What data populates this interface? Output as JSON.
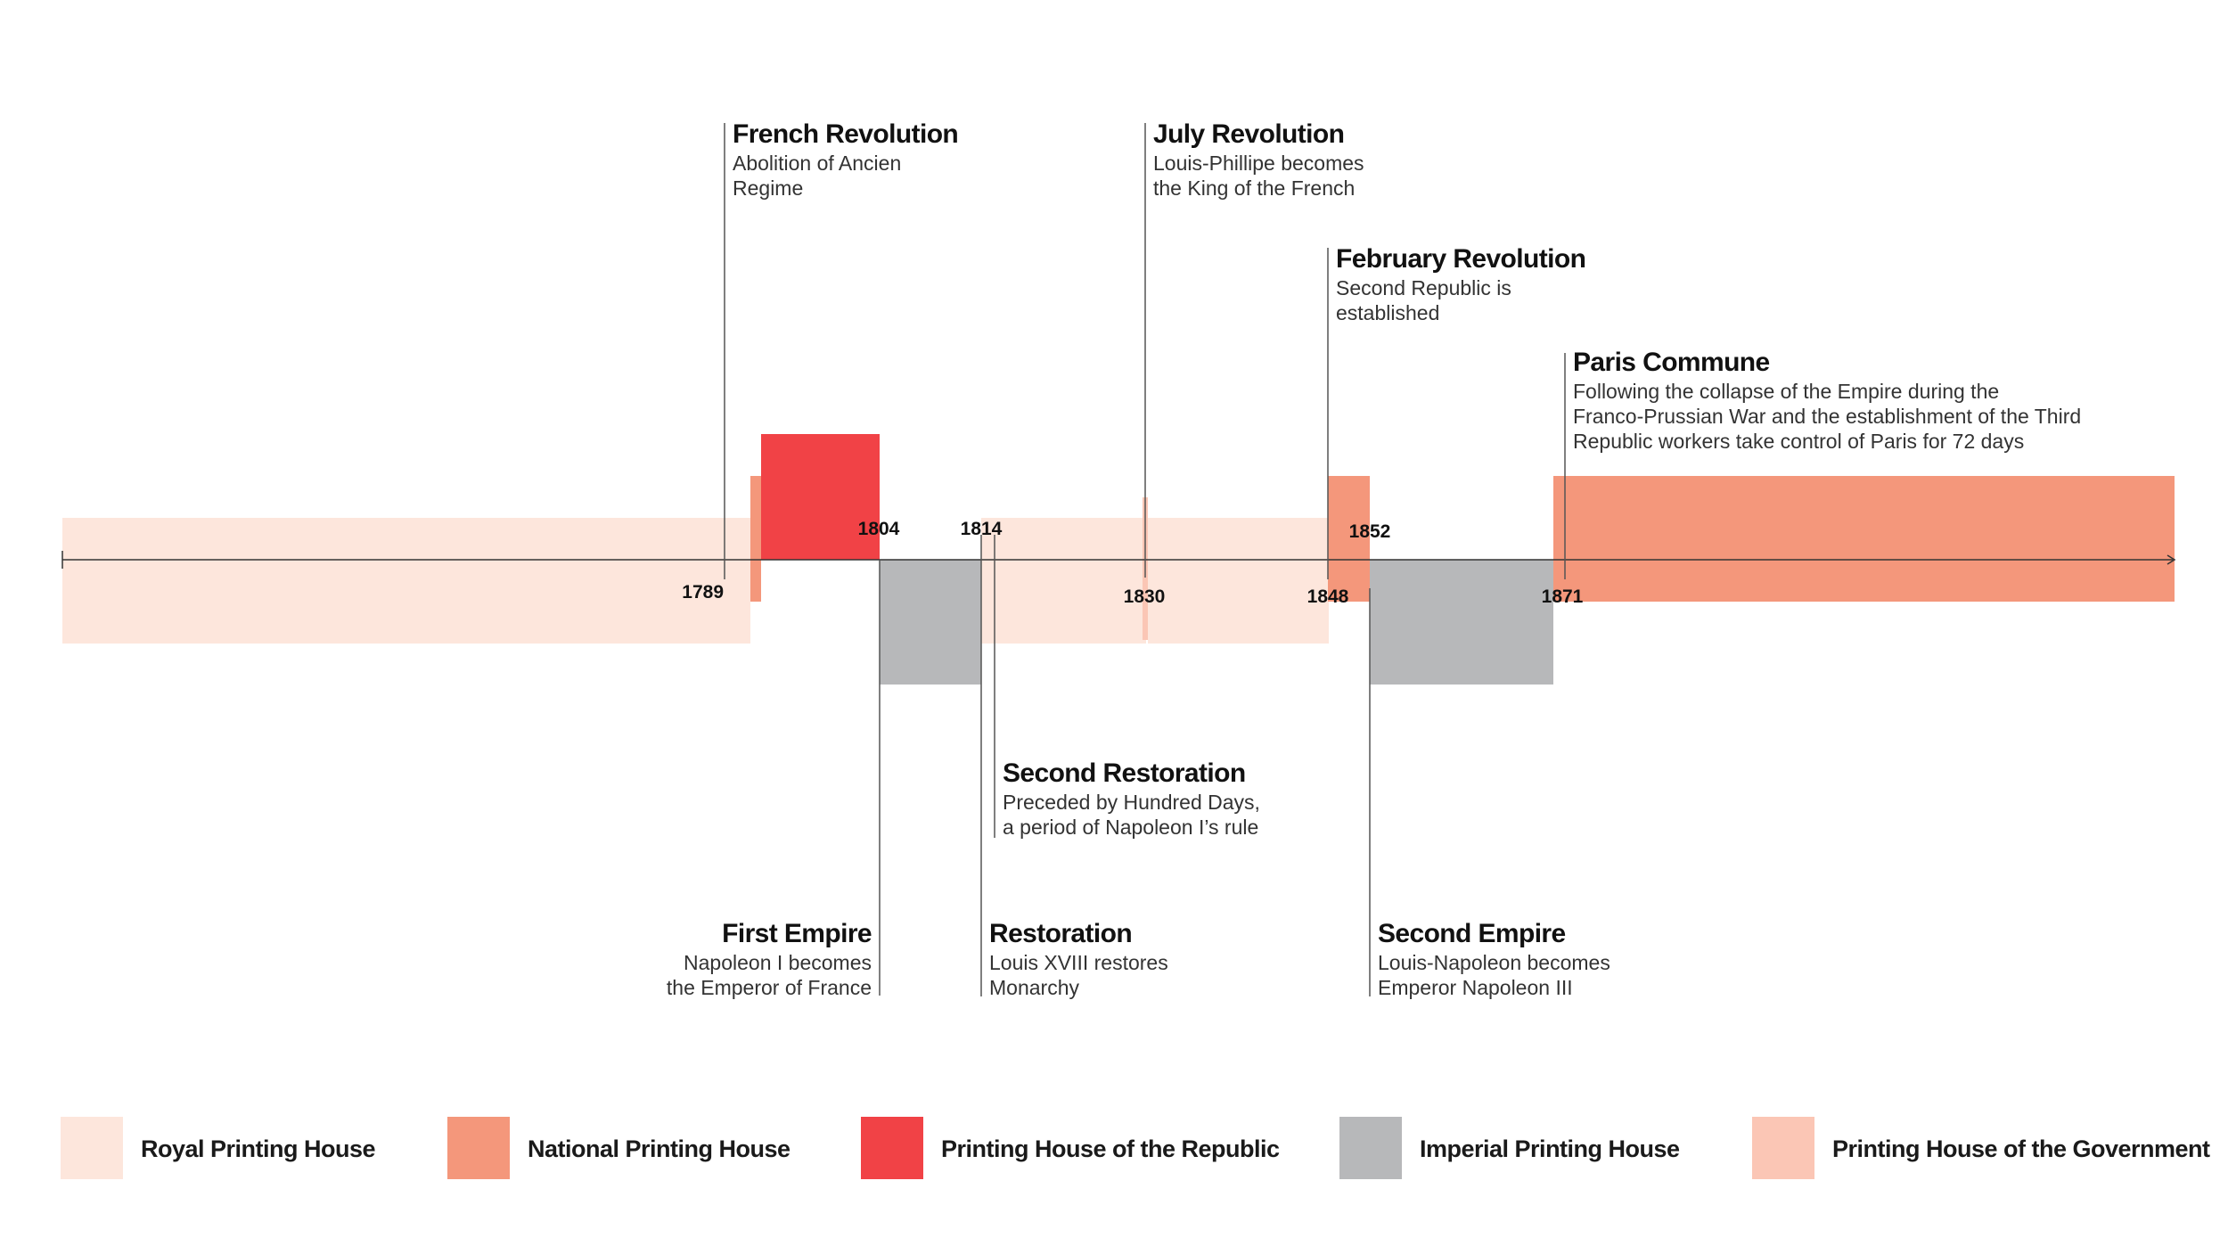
{
  "colors": {
    "royal": "#fde6dc",
    "national": "#f4977b",
    "republic": "#f14246",
    "imperial": "#b7b8ba",
    "government": "#fbc6b5",
    "axis": "#333333"
  },
  "legend": [
    {
      "key": "royal",
      "label": "Royal Printing House"
    },
    {
      "key": "national",
      "label": "National Printing House"
    },
    {
      "key": "republic",
      "label": "Printing House of the Republic"
    },
    {
      "key": "imperial",
      "label": "Imperial Printing House"
    },
    {
      "key": "government",
      "label": "Printing House of the Government"
    }
  ],
  "years": [
    "1789",
    "1804",
    "1814",
    "1830",
    "1848",
    "1852",
    "1871"
  ],
  "events": {
    "french_revolution": {
      "title": "French Revolution",
      "desc": [
        "Abolition of Ancien",
        "Regime"
      ]
    },
    "july_revolution": {
      "title": "July Revolution",
      "desc": [
        "Louis-Phillipe becomes",
        "the King of the French"
      ]
    },
    "february_revolution": {
      "title": "February Revolution",
      "desc": [
        "Second Republic is",
        "established"
      ]
    },
    "paris_commune": {
      "title": "Paris Commune",
      "desc": [
        "Following the collapse of the Empire during the",
        "Franco-Prussian War and the establishment of the Third",
        "Republic workers take control of Paris for 72 days"
      ]
    },
    "second_restoration": {
      "title": "Second Restoration",
      "desc": [
        "Preceded by Hundred Days,",
        "a period of Napoleon I’s rule"
      ]
    },
    "first_empire": {
      "title": "First Empire",
      "desc": [
        "Napoleon I becomes",
        "the Emperor of France"
      ]
    },
    "restoration": {
      "title": "Restoration",
      "desc": [
        "Louis XVIII restores",
        "Monarchy"
      ]
    },
    "second_empire": {
      "title": "Second Empire",
      "desc": [
        "Louis-Napoleon becomes",
        "Emperor Napoleon III"
      ]
    }
  }
}
